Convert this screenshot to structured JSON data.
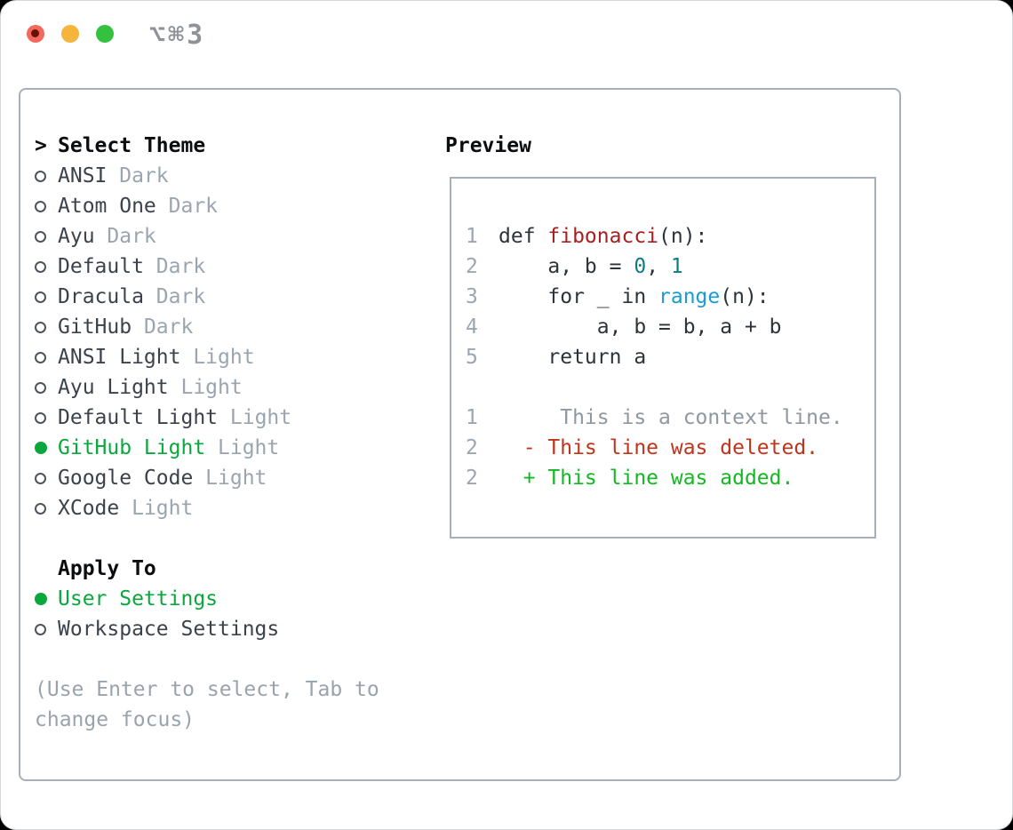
{
  "titlebar": {
    "title": "⌥⌘3"
  },
  "left": {
    "cursor": ">",
    "header": "Select Theme",
    "themes": [
      {
        "name": "ANSI",
        "tag": "Dark",
        "selected": false
      },
      {
        "name": "Atom One",
        "tag": "Dark",
        "selected": false
      },
      {
        "name": "Ayu",
        "tag": "Dark",
        "selected": false
      },
      {
        "name": "Default",
        "tag": "Dark",
        "selected": false
      },
      {
        "name": "Dracula",
        "tag": "Dark",
        "selected": false
      },
      {
        "name": "GitHub",
        "tag": "Dark",
        "selected": false
      },
      {
        "name": "ANSI Light",
        "tag": "Light",
        "selected": false
      },
      {
        "name": "Ayu Light",
        "tag": "Light",
        "selected": false
      },
      {
        "name": "Default Light",
        "tag": "Light",
        "selected": false
      },
      {
        "name": "GitHub Light",
        "tag": "Light",
        "selected": true
      },
      {
        "name": "Google Code",
        "tag": "Light",
        "selected": false
      },
      {
        "name": "XCode",
        "tag": "Light",
        "selected": false
      }
    ],
    "apply_header": "Apply To",
    "apply_options": [
      {
        "label": "User Settings",
        "selected": true
      },
      {
        "label": "Workspace Settings",
        "selected": false
      }
    ],
    "help_line1": "(Use Enter to select, Tab to",
    "help_line2": "change focus)"
  },
  "preview": {
    "title": "Preview",
    "lines": [
      {
        "num": "1",
        "segments": [
          {
            "text": "def ",
            "color": "code_default"
          },
          {
            "text": "fibonacci",
            "color": "function_red"
          },
          {
            "text": "(n):",
            "color": "code_default"
          }
        ]
      },
      {
        "num": "2",
        "segments": [
          {
            "text": "    a, b = ",
            "color": "code_default"
          },
          {
            "text": "0",
            "color": "number_teal"
          },
          {
            "text": ", ",
            "color": "code_default"
          },
          {
            "text": "1",
            "color": "number_teal"
          }
        ]
      },
      {
        "num": "3",
        "segments": [
          {
            "text": "    for _ in ",
            "color": "code_default"
          },
          {
            "text": "range",
            "color": "builtin_blue"
          },
          {
            "text": "(n):",
            "color": "code_default"
          }
        ]
      },
      {
        "num": "4",
        "segments": [
          {
            "text": "        a, b = b, a + b",
            "color": "code_default"
          }
        ]
      },
      {
        "num": "5",
        "segments": [
          {
            "text": "    return a",
            "color": "code_default"
          }
        ]
      },
      {
        "num": "",
        "segments": []
      },
      {
        "num": "1",
        "segments": [
          {
            "text": "     This is a context line.",
            "color": "context_gray"
          }
        ]
      },
      {
        "num": "2",
        "segments": [
          {
            "text": "  - This line was deleted.",
            "color": "deleted_red"
          }
        ]
      },
      {
        "num": "2",
        "segments": [
          {
            "text": "  + This line was added.",
            "color": "added_green"
          }
        ]
      }
    ]
  },
  "colors": {
    "selection_green": "#0aa83c",
    "added_green": "#13b822",
    "deleted_red": "#c0341c",
    "function_red": "#a5211f",
    "number_teal": "#0e7c80",
    "builtin_blue": "#1a9bd2",
    "code_default": "#2d333b",
    "context_gray": "#8f979f",
    "line_number_gray": "#9aa6b4",
    "tag_gray": "#9aa5b0",
    "item_text": "#3b424b",
    "header_text": "#0b0d10",
    "help_gray": "#99a3ae",
    "border_gray": "#a7afba",
    "traffic_red": "#f26a5e",
    "traffic_yellow": "#f5b43b",
    "traffic_green": "#33c13f"
  }
}
